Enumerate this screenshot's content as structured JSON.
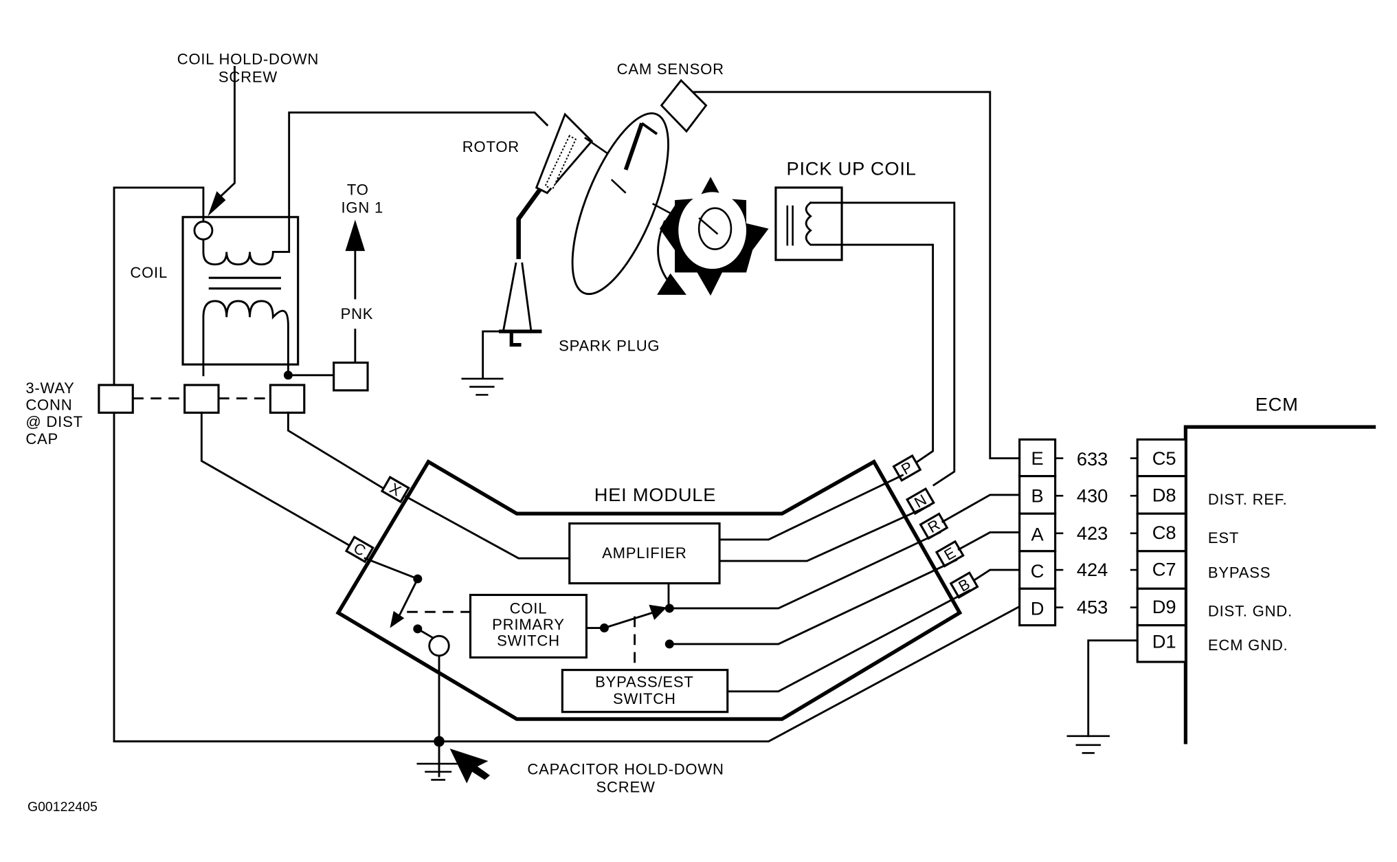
{
  "figure_id": "G00122405",
  "labels": {
    "coil_hold_down": [
      "COIL HOLD-DOWN",
      "SCREW"
    ],
    "coil": "COIL",
    "to_ign": [
      "TO",
      "IGN 1"
    ],
    "pnk": "PNK",
    "three_way": [
      "3-WAY",
      "CONN",
      "@ DIST",
      "CAP"
    ],
    "rotor": "ROTOR",
    "cam_sensor": "CAM SENSOR",
    "pick_up_coil": "PICK UP COIL",
    "spark_plug": "SPARK PLUG",
    "hei_module": "HEI MODULE",
    "amplifier": "AMPLIFIER",
    "coil_primary_switch": [
      "COIL",
      "PRIMARY",
      "SWITCH"
    ],
    "bypass_est_switch": [
      "BYPASS/EST",
      "SWITCH"
    ],
    "capacitor_hold_down": [
      "CAPACITOR HOLD-DOWN",
      "SCREW"
    ],
    "ecm": "ECM"
  },
  "module_pins": {
    "left": [
      "X",
      "C"
    ],
    "right": [
      "P",
      "N",
      "R",
      "E",
      "B"
    ]
  },
  "connector_rows": [
    {
      "dist_pin": "E",
      "circuit": "633",
      "ecm_pin": "C5",
      "function": ""
    },
    {
      "dist_pin": "B",
      "circuit": "430",
      "ecm_pin": "D8",
      "function": "DIST. REF."
    },
    {
      "dist_pin": "A",
      "circuit": "423",
      "ecm_pin": "C8",
      "function": "EST"
    },
    {
      "dist_pin": "C",
      "circuit": "424",
      "ecm_pin": "C7",
      "function": "BYPASS"
    },
    {
      "dist_pin": "D",
      "circuit": "453",
      "ecm_pin": "D9",
      "function": "DIST. GND."
    }
  ],
  "ecm_ground_row": {
    "ecm_pin": "D1",
    "function": "ECM GND."
  }
}
